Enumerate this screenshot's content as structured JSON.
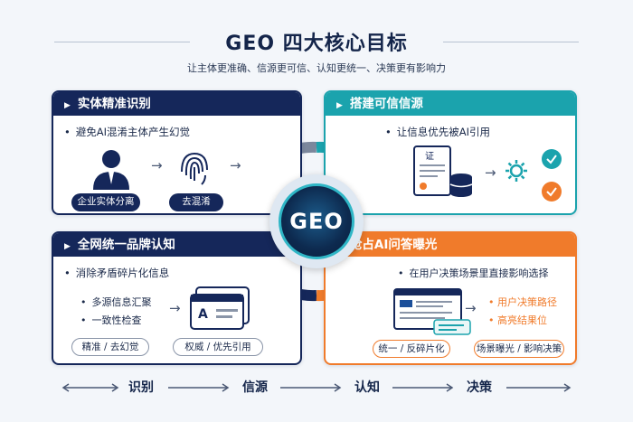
{
  "title": "GEO 四大核心目标",
  "subtitle": "让主体更准确、信源更可信、认知更统一、决策更有影响力",
  "center": {
    "label": "GEO"
  },
  "cards": {
    "entity": {
      "title": "实体精准识别",
      "bullet": "避免AI混淆主体产生幻觉",
      "tag1": "企业实体分离",
      "tag2": "去混淆"
    },
    "source": {
      "title": "搭建可信信源",
      "bullet": "让信息优先被AI引用",
      "doc_label": "证"
    },
    "brand": {
      "title": "全网统一品牌认知",
      "bullet": "消除矛盾碎片化信息",
      "sub1": "多源信息汇聚",
      "sub2": "一致性检查",
      "card_letter": "A",
      "tag1": "精准 / 去幻觉",
      "tag2": "权威 / 优先引用"
    },
    "answer": {
      "title": "抢占AI问答曝光",
      "bullet": "在用户决策场景里直接影响选择",
      "sub1": "用户决策路径",
      "sub2": "高亮结果位",
      "tag1": "统一 / 反碎片化",
      "tag2": "场景曝光 / 影响决策"
    }
  },
  "stages": [
    "识别",
    "信源",
    "认知",
    "决策"
  ],
  "colors": {
    "navy": "#15275a",
    "teal": "#1ba3ad",
    "orange": "#f07b2b"
  }
}
